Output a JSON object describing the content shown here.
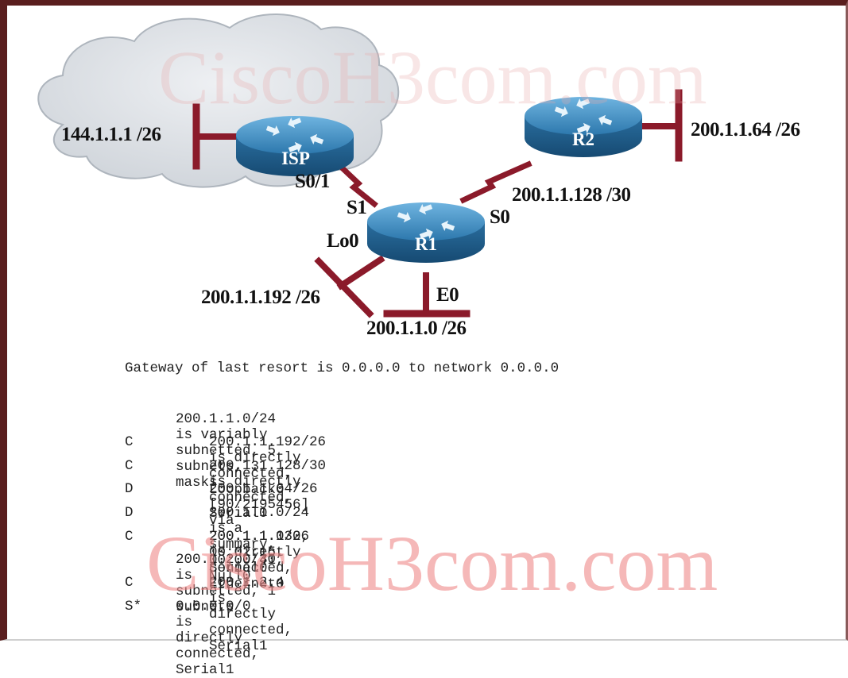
{
  "watermarks": [
    "CiscoH3com.com",
    "CiscoH3com.com"
  ],
  "routers": [
    {
      "id": "isp",
      "name": "ISP"
    },
    {
      "id": "r1",
      "name": "R1"
    },
    {
      "id": "r2",
      "name": "R2"
    }
  ],
  "labels": {
    "isp_lan": "144.1.1.1 /26",
    "isp_s01": "S0/1",
    "r1_s1": "S1",
    "r1_s0": "S0",
    "r1_lo0": "Lo0",
    "r1_e0": "E0",
    "wan_r1_r2": "200.1.1.128 /30",
    "r2_lan": "200.1.1.64 /26",
    "lo0_net": "200.1.1.192 /26",
    "e0_net": "200.1.1.0 /26"
  },
  "routing_table": {
    "gateway_line": "Gateway of last resort is 0.0.0.0 to network 0.0.0.0",
    "entries": [
      {
        "code": "",
        "text": "200.1.1.0/24 is variably subnetted, 5 subnets, 3 masks",
        "indent": "header"
      },
      {
        "code": "C",
        "text": "200.1.1.192/26 is directly connected, Loopback0",
        "indent": "route"
      },
      {
        "code": "C",
        "text": "200.1.1.128/30 is directly connected, Serial0",
        "indent": "route"
      },
      {
        "code": "D",
        "text": "200.1.1.64/26 [90/2195456] via 200.1.1.130, 00:02:15, Serial0",
        "indent": "route"
      },
      {
        "code": "D",
        "text": "200.1.1.0/24 is a summary, 00:00:41, Null0",
        "indent": "route"
      },
      {
        "code": "C",
        "text": "200.1.1.0/26 is directly connected, Ethernet0",
        "indent": "route"
      },
      {
        "code": "",
        "text": "200.1.2.0/30 is subnetted, 1 subnets",
        "indent": "header"
      },
      {
        "code": "C",
        "text": "200.1.2.4 is directly connected, Serial1",
        "indent": "route"
      },
      {
        "code": "S*",
        "text": "0.0.0.0/0 is directly connected, Serial1",
        "indent": "default"
      }
    ]
  },
  "colors": {
    "link": "#8b1a2a",
    "router_top": "#3f8fc4",
    "router_side": "#1f5f8e",
    "cloud": "#d9dde2"
  }
}
